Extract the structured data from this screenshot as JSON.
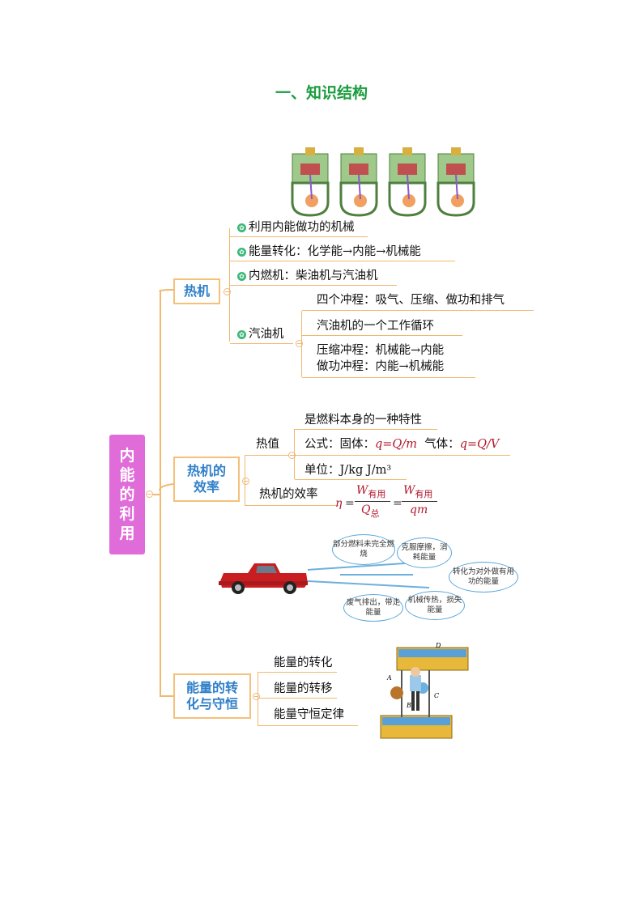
{
  "title": "一、知识结构",
  "root": "内能的利用",
  "heat_engine": {
    "label": "热机",
    "items": [
      "利用内能做功的机械",
      "能量转化：化学能→内能→机械能",
      "内燃机：柴油机与汽油机",
      "汽油机"
    ],
    "gasoline": {
      "strokes": "四个冲程：吸气、压缩、做功和排气",
      "cycle": "汽油机的一个工作循环",
      "compression": "压缩冲程：机械能→内能",
      "power": "做功冲程：内能→机械能"
    }
  },
  "efficiency": {
    "label": "热机的效率",
    "calorific": {
      "label": "热值",
      "property": "是燃料本身的一种特性",
      "formula_prefix": "公式：固体：",
      "formula_solid": "q=Q/m",
      "formula_gas_prefix": "气体：",
      "formula_gas": "q=Q/V",
      "unit": "单位：J/kg J/m³"
    },
    "engine_eff": {
      "label": "热机的效率",
      "eta": "η",
      "W": "W",
      "sub_useful": "有用",
      "Q": "Q",
      "sub_total": "总",
      "qm": "qm"
    },
    "losses": [
      "部分燃料未完全燃烧",
      "克服摩擦，消耗能量",
      "转化为对外做有用功的能量",
      "废气排出，带走能量",
      "机械传热，损失能量"
    ]
  },
  "conservation": {
    "label": "能量的转化与守恒",
    "items": [
      "能量的转化",
      "能量的转移",
      "能量守恒定律"
    ],
    "figure_labels": [
      "A",
      "B",
      "C",
      "D"
    ]
  },
  "colors": {
    "title": "#1a9c3e",
    "root": "#df6cd9",
    "node_text": "#2f7fc8",
    "branch": "#f0b870",
    "formula": "#b0182d"
  }
}
